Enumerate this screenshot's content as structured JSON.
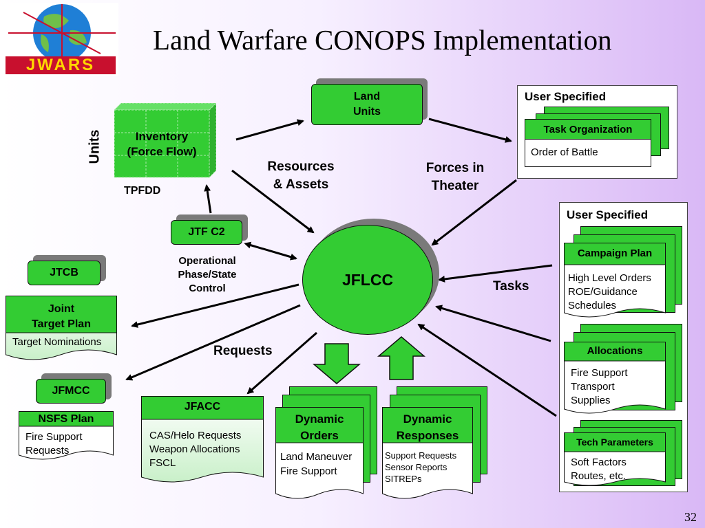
{
  "title": "Land Warfare CONOPS Implementation",
  "page_number": "32",
  "logo": {
    "text": "JWARS"
  },
  "inventory": {
    "line1": "Inventory",
    "line2": "(Force Flow)",
    "axis": "Units",
    "below": "TPFDD"
  },
  "land_units": {
    "line1": "Land",
    "line2": "Units"
  },
  "user_specified_top": {
    "title": "User Specified",
    "doc_title": "Task Organization",
    "doc_line": "Order of Battle"
  },
  "resources": {
    "line1": "Resources",
    "line2": "& Assets"
  },
  "forces": {
    "line1": "Forces in",
    "line2": "Theater"
  },
  "jtf": {
    "label": "JTF C2",
    "caption1": "Operational",
    "caption2": "Phase/State",
    "caption3": "Control"
  },
  "jflcc": {
    "label": "JFLCC"
  },
  "jtcb": {
    "label": "JTCB"
  },
  "joint_target": {
    "title1": "Joint",
    "title2": "Target Plan",
    "line": "Target Nominations"
  },
  "jfmcc": {
    "label": "JFMCC"
  },
  "nsfs": {
    "title": "NSFS Plan",
    "line1": "Fire Support",
    "line2": "Requests"
  },
  "jfacc": {
    "title": "JFACC",
    "line1": "CAS/Helo Requests",
    "line2": "Weapon Allocations",
    "line3": "FSCL"
  },
  "dyn_orders": {
    "title1": "Dynamic",
    "title2": "Orders",
    "line1": "Land Maneuver",
    "line2": "Fire Support"
  },
  "dyn_responses": {
    "title1": "Dynamic",
    "title2": "Responses",
    "line1": "Support Requests",
    "line2": "Sensor Reports",
    "line3": "SITREPs"
  },
  "requests": "Requests",
  "tasks": "Tasks",
  "user_specified_right": {
    "title": "User Specified",
    "campaign": {
      "title": "Campaign Plan",
      "line1": "High Level Orders",
      "line2": "ROE/Guidance",
      "line3": "Schedules"
    },
    "allocations": {
      "title": "Allocations",
      "line1": "Fire Support",
      "line2": "Transport",
      "line3": "Supplies"
    },
    "tech": {
      "title": "Tech Parameters",
      "line1": "Soft Factors",
      "line2": "Routes, etc."
    }
  }
}
